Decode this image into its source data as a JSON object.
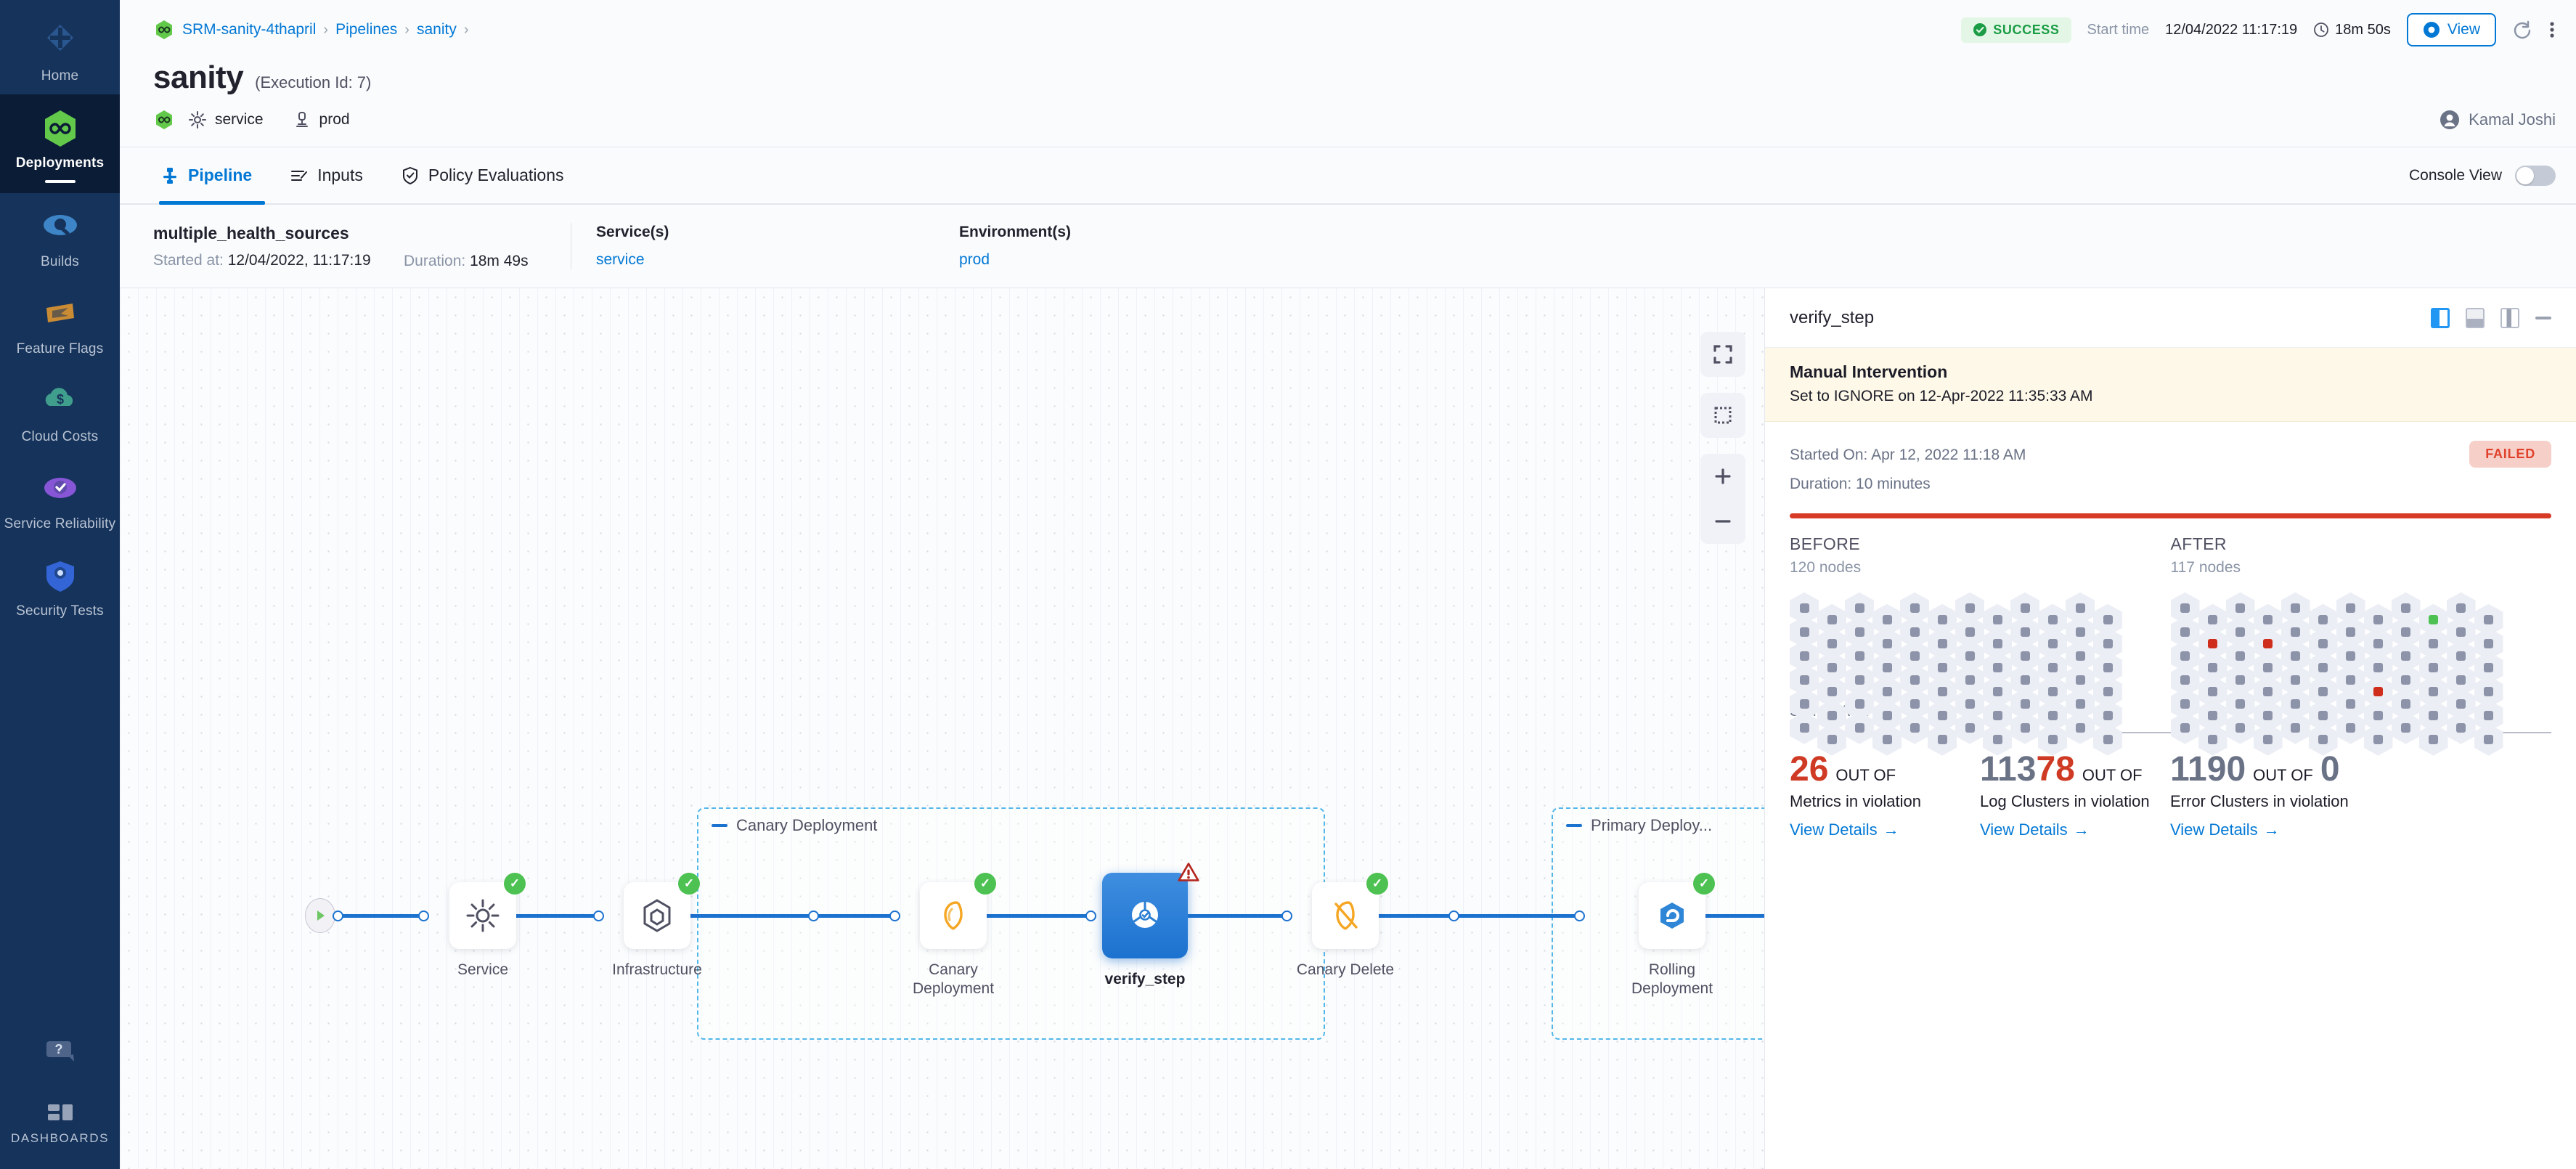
{
  "sidebar": {
    "items": [
      {
        "label": "Home",
        "icon": "home-diamond-icon",
        "active": false
      },
      {
        "label": "Deployments",
        "icon": "deployments-infinity-icon",
        "active": true
      },
      {
        "label": "Builds",
        "icon": "builds-icon",
        "active": false
      },
      {
        "label": "Feature Flags",
        "icon": "feature-flags-icon",
        "active": false
      },
      {
        "label": "Cloud Costs",
        "icon": "cloud-costs-icon",
        "active": false
      },
      {
        "label": "Service Reliability",
        "icon": "service-reliability-icon",
        "active": false
      },
      {
        "label": "Security Tests",
        "icon": "security-tests-icon",
        "active": false
      }
    ],
    "help_icon": "help-chat-icon",
    "dashboards_label": "DASHBOARDS",
    "dashboards_icon": "dashboards-grid-icon"
  },
  "topbar": {
    "breadcrumbs": [
      {
        "label": "SRM-sanity-4thapril"
      },
      {
        "label": "Pipelines"
      },
      {
        "label": "sanity"
      }
    ],
    "breadcrumb_separator": "›",
    "status": "SUCCESS",
    "start_time_label": "Start time",
    "start_time_value": "12/04/2022 11:17:19",
    "duration": "18m 50s",
    "view_button": "View",
    "refresh_icon": "refresh-icon",
    "more_icon": "more-vertical-icon"
  },
  "header": {
    "title": "sanity",
    "execution_id": "(Execution Id: 7)",
    "service_chip": "service",
    "env_chip": "prod",
    "user": "Kamal Joshi"
  },
  "tabs": [
    {
      "label": "Pipeline",
      "icon": "pipeline-icon",
      "active": true
    },
    {
      "label": "Inputs",
      "icon": "inputs-icon",
      "active": false
    },
    {
      "label": "Policy Evaluations",
      "icon": "policy-shield-icon",
      "active": false
    }
  ],
  "console_view": {
    "label": "Console View",
    "on": false
  },
  "execution": {
    "name": "multiple_health_sources",
    "started_at_label": "Started at:",
    "started_at_value": "12/04/2022, 11:17:19",
    "duration_label": "Duration:",
    "duration_value": "18m 49s",
    "services_label": "Service(s)",
    "services_value": "service",
    "environments_label": "Environment(s)",
    "environments_value": "prod"
  },
  "pipeline": {
    "nodes": [
      {
        "name": "Service",
        "icon": "gear-icon",
        "status": "success"
      },
      {
        "name": "Infrastructure",
        "icon": "hexagon-infra-icon",
        "status": "success"
      },
      {
        "name": "Canary Deployment",
        "icon": "canary-bird-icon",
        "status": "success"
      },
      {
        "name": "verify_step",
        "icon": "verify-icon",
        "status": "warning",
        "selected": true
      },
      {
        "name": "Canary Delete",
        "icon": "canary-delete-icon",
        "status": "success"
      },
      {
        "name": "Rolling Deployment",
        "icon": "rolling-icon",
        "status": "success"
      }
    ],
    "groups": [
      {
        "title": "Canary Deployment"
      },
      {
        "title": "Primary Deploy..."
      }
    ],
    "controls": {
      "fullscreen": "fullscreen-icon",
      "select_area": "select-area-icon",
      "zoom_in": "plus-icon",
      "zoom_out": "minus-icon"
    }
  },
  "details": {
    "title": "verify_step",
    "view_modes": [
      "view-mode-split-icon",
      "view-mode-bottom-icon",
      "view-mode-center-icon",
      "minimize-icon"
    ],
    "manual_intervention": {
      "title": "Manual Intervention",
      "subtitle": "Set to IGNORE on 12-Apr-2022 11:35:33 AM"
    },
    "started_on": "Started On: Apr 12, 2022 11:18 AM",
    "duration": "Duration: 10 minutes",
    "status": "FAILED",
    "before": {
      "label": "BEFORE",
      "nodes": "120 nodes",
      "count": 120
    },
    "after": {
      "label": "AFTER",
      "nodes": "117 nodes",
      "count": 117
    },
    "summary_label": "SUMMARY",
    "summary_cards": [
      {
        "value": "26",
        "value_color": "#cf3a24",
        "out_of": "OUT OF",
        "total": "",
        "description": "Metrics in violation",
        "link": "View Details"
      },
      {
        "value": "113",
        "value_color": "#6a7286",
        "value_suffix": "78",
        "value_suffix_color": "#cf3a24",
        "out_of": "OUT OF",
        "total": "",
        "description": "Log Clusters in violation",
        "link": "View Details"
      },
      {
        "value": "1190",
        "value_color": "#6a7286",
        "out_of": "OUT OF",
        "total": "0",
        "description": "Error Clusters in violation",
        "link": "View Details"
      }
    ],
    "link_arrow": "→"
  },
  "colors": {
    "accent_blue": "#0278d5",
    "success_green": "#4dc252",
    "fail_red": "#cf3a24",
    "sidebar_bg": "#16335b",
    "group_border": "#53b7ea"
  }
}
